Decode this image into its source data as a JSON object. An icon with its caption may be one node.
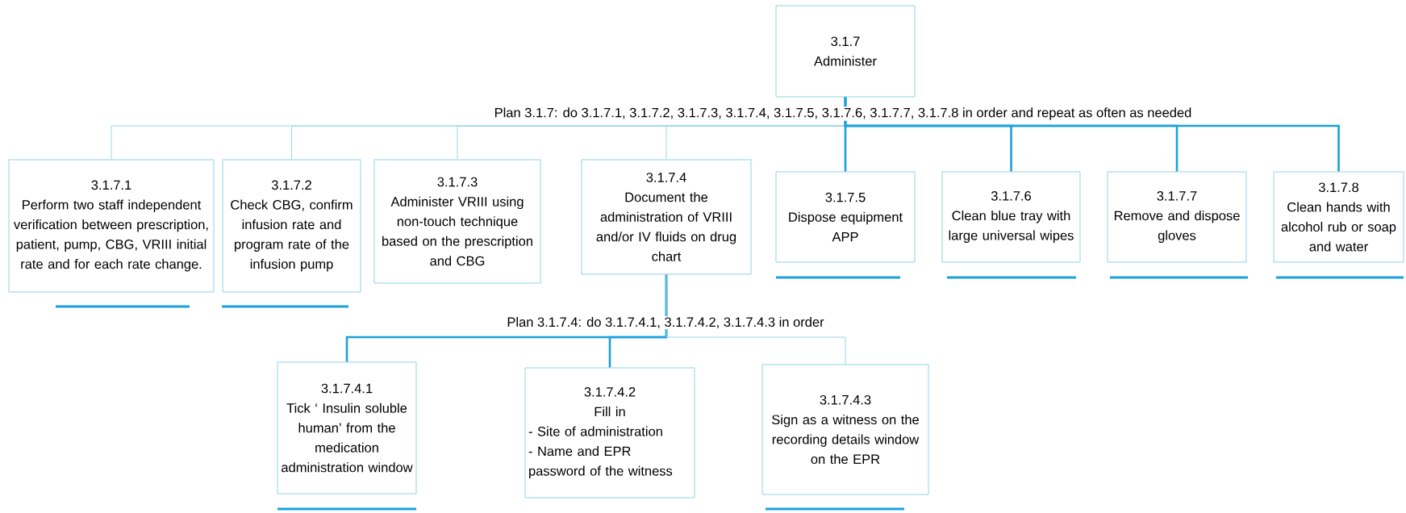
{
  "diagram": {
    "nodes": [
      {
        "text": [
          "3.1.7",
          "Administer"
        ]
      },
      {
        "text": [
          "3.1.7.1",
          "Perform two staff independent verification between prescription, patient, pump, CBG, VRIII initial rate and for each rate change."
        ]
      },
      {
        "text": [
          "3.1.7.2",
          "Check CBG, confirm infusion rate and program rate of the infusion pump"
        ]
      },
      {
        "text": [
          "3.1.7.3",
          "Administer VRIII using non-touch technique based on the prescription and CBG"
        ]
      },
      {
        "text": [
          "3.1.7.4",
          "Document the administration of VRIII and/or IV fluids on drug chart"
        ]
      },
      {
        "text": [
          "3.1.7.5",
          "Dispose equipment APP"
        ]
      },
      {
        "text": [
          "3.1.7.6",
          "Clean blue tray with large universal wipes"
        ]
      },
      {
        "text": [
          "3.1.7.7",
          "Remove and dispose gloves"
        ]
      },
      {
        "text": [
          "3.1.7.8",
          "Clean hands with alcohol rub or soap and water"
        ]
      },
      {
        "text": [
          "3.1.7.4.1",
          "Tick ‘ Insulin soluble human’ from the medication administration window"
        ]
      },
      {
        "text": [
          "3.1.7.4.2",
          "Fill in",
          "- Site of administration",
          "- Name and EPR password of the witness"
        ]
      },
      {
        "text": [
          "3.1.7.4.3",
          "Sign as a witness on the recording details window on the EPR"
        ]
      }
    ],
    "edges": [
      {
        "from": 0,
        "to": 1,
        "arrow": "none",
        "color": "#9ad7ea"
      },
      {
        "from": 0,
        "to": 2,
        "arrow": "none",
        "color": "#9ad7ea"
      },
      {
        "from": 0,
        "to": 3,
        "arrow": "none",
        "color": "#9ad7ea"
      },
      {
        "from": 0,
        "to": 4,
        "arrow": "none",
        "color": "#9ad7ea"
      },
      {
        "from": 0,
        "to": 5,
        "arrow": "none"
      },
      {
        "from": 0,
        "to": 6,
        "arrow": "none"
      },
      {
        "from": 0,
        "to": 7,
        "arrow": "none"
      },
      {
        "from": 0,
        "to": 8,
        "arrow": "none"
      },
      {
        "from": 4,
        "to": 9,
        "arrow": "none"
      },
      {
        "from": 4,
        "to": 10,
        "arrow": "none"
      },
      {
        "from": 4,
        "to": 11,
        "arrow": "none",
        "color": "#9ad7ea"
      }
    ],
    "labels": [
      "Plan 3.1.7: do 3.1.7.1, 3.1.7.2, 3.1.7.3, 3.1.7.4, 3.1.7.5, 3.1.7.6, 3.1.7.7, 3.1.7.8 in order and repeat as often as needed",
      "Plan 3.1.7.4: do 3.1.7.4.1, 3.1.7.4.2, 3.1.7.4.3 in order"
    ]
  }
}
